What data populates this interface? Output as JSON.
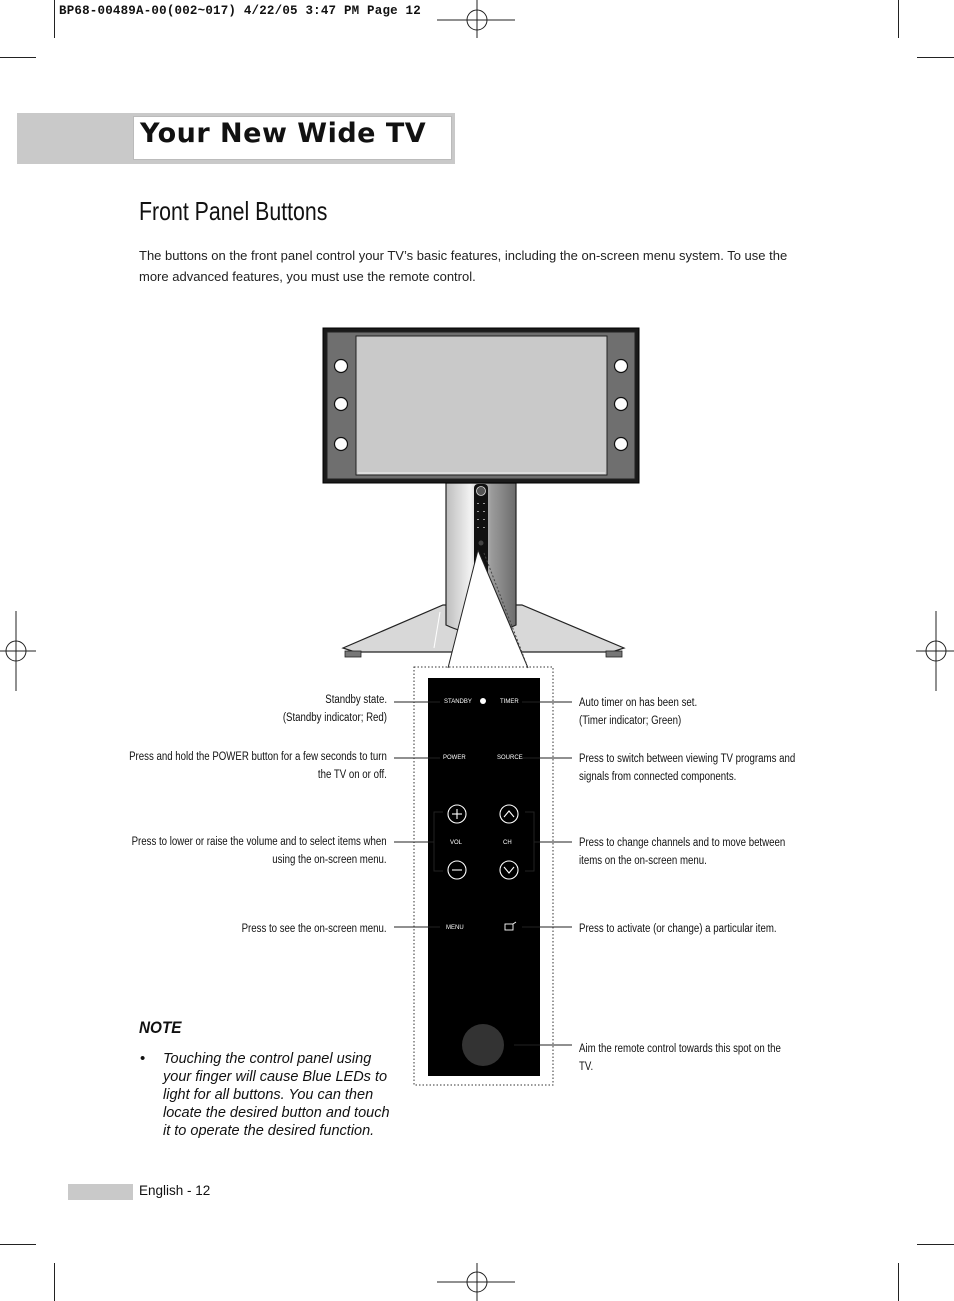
{
  "print_slug": "BP68-00489A-00(002~017)   4/22/05   3:47 PM   Page 12",
  "header": {
    "title": "Your New Wide TV"
  },
  "section": {
    "title": "Front Panel Buttons",
    "intro": "The buttons on the front panel control your TV’s basic features, including the on-screen menu system. To use the more advanced features, you must use the remote control."
  },
  "panel": {
    "buttons": {
      "standby": "STANDBY",
      "timer": "TIMER",
      "power": "POWER",
      "source": "SOURCE",
      "vol": "VOL",
      "ch": "CH",
      "menu": "MENU"
    }
  },
  "callouts": {
    "standby_l1": "Standby state.",
    "standby_l2": "(Standby indicator; Red)",
    "power_l1": "Press and hold the POWER button for a few seconds to turn",
    "power_l2": "the TV on or off.",
    "vol_l1": "Press to lower or raise the volume and to select items when",
    "vol_l2": "using the on-screen menu.",
    "menu": "Press to see the on-screen menu.",
    "timer_l1": "Auto timer on has been set.",
    "timer_l2": "(Timer indicator; Green)",
    "source_l1": "Press to switch between viewing TV programs and",
    "source_l2": "signals from connected components.",
    "ch_l1": "Press to change channels and to move between",
    "ch_l2": "items on the on-screen menu.",
    "enter": "Press to activate (or change) a particular item.",
    "remote_l1": "Aim the remote control towards this spot on the",
    "remote_l2": "TV."
  },
  "note": {
    "title": "NOTE",
    "bullet": "•",
    "text": "Touching the control panel using your finger will cause Blue LEDs to light for all buttons. You can then locate the desired button and touch it to operate the desired function."
  },
  "footer": {
    "page_label": "English - 12"
  }
}
